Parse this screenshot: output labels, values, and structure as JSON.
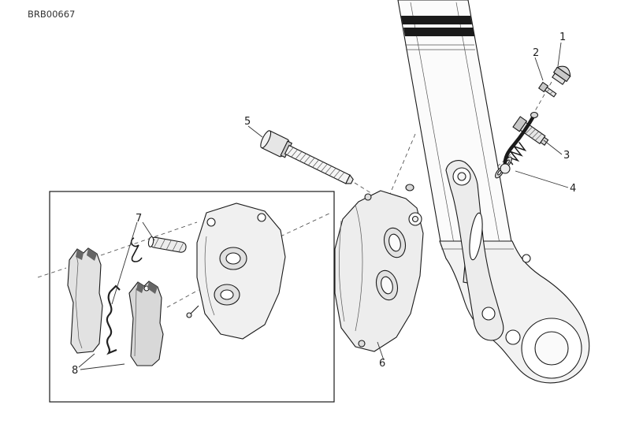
{
  "drawing": {
    "code": "BRB00667"
  },
  "colors": {
    "background": "#ffffff",
    "line": "#1a1a1a",
    "fill_light": "#efefef",
    "fill_mid": "#d8d8d8",
    "fill_dark": "#666666"
  },
  "callouts": [
    {
      "label": "1"
    },
    {
      "label": "2"
    },
    {
      "label": "3"
    },
    {
      "label": "4"
    },
    {
      "label": "5"
    },
    {
      "label": "6"
    },
    {
      "label": "7"
    },
    {
      "label": "8"
    }
  ]
}
